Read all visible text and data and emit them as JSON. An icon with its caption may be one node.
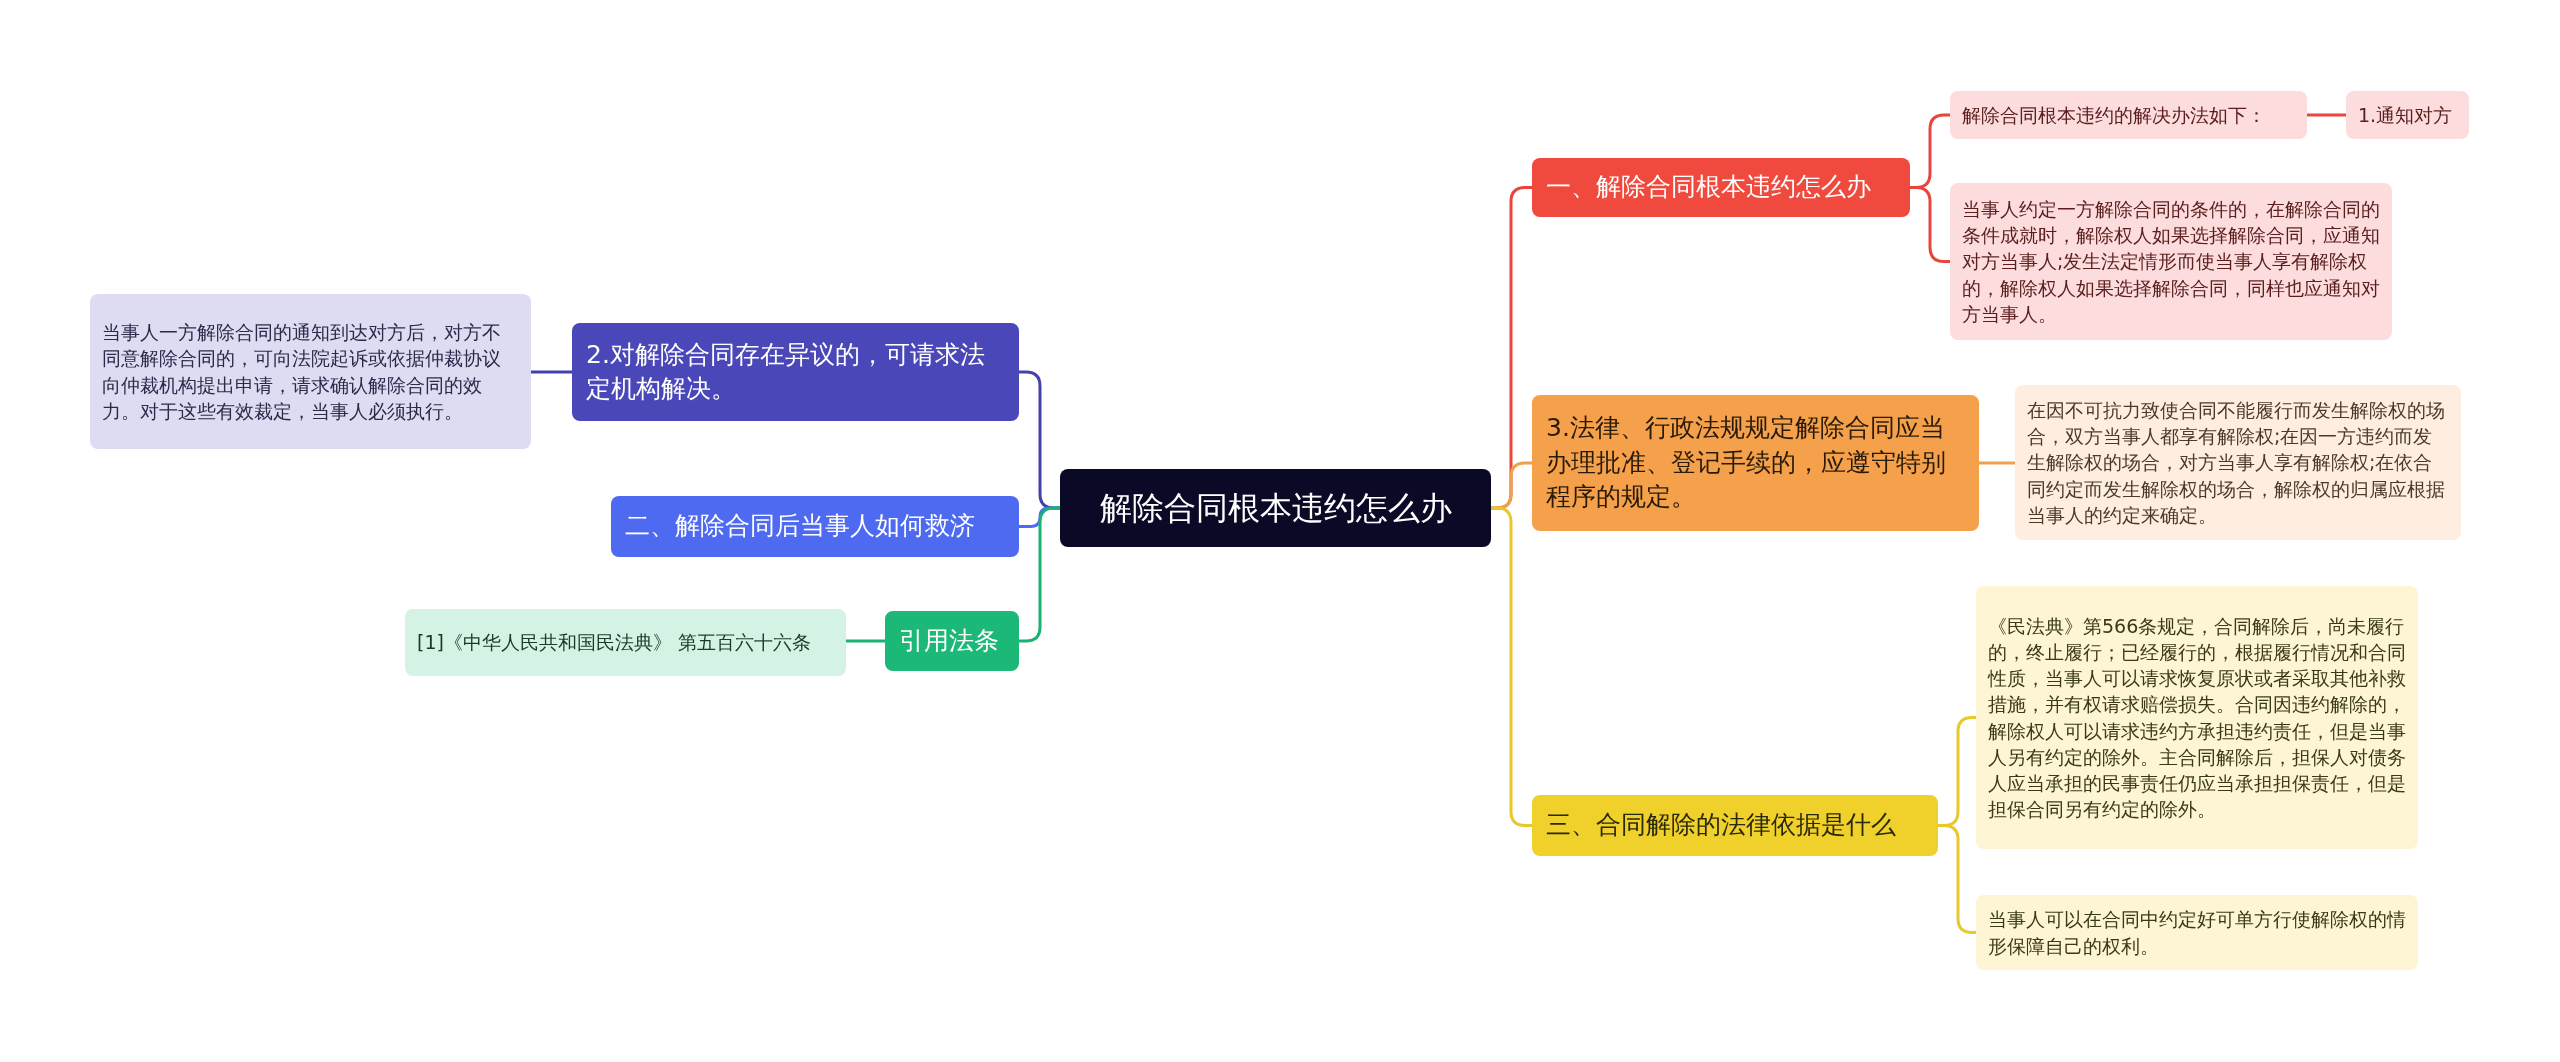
{
  "diagram": {
    "nodes": [
      {
        "text": [
          "解除合同根本违约怎么办"
        ]
      },
      {
        "text": [
          "一、解除合同根本违约怎么办"
        ]
      },
      {
        "text": [
          "解除合同根本违约的解决办法如下："
        ]
      },
      {
        "text": [
          "1.通知对方"
        ]
      },
      {
        "text": [
          "当事人约定一方解除合同的条件的，在解除合同的条件成就时，解除权人如果选择解除合同，应通知对方当事人;发生法定情形而使当事人享有解除权的，解除权人如果选择解除合同，同样也应通知对方当事人。"
        ]
      },
      {
        "text": [
          "3.法律、行政法规规定解除合同应当办理批准、登记手续的，应遵守特别程序的规定。"
        ]
      },
      {
        "text": [
          "在因不可抗力致使合同不能履行而发生解除权的场合，双方当事人都享有解除权;在因一方违约而发生解除权的场合，对方当事人享有解除权;在依合同约定而发生解除权的场合，解除权的归属应根据当事人的约定来确定。"
        ]
      },
      {
        "text": [
          "三、合同解除的法律依据是什么"
        ]
      },
      {
        "text": [
          "《民法典》第566条规定，合同解除后，尚未履行的，终止履行；已经履行的，根据履行情况和合同性质，当事人可以请求恢复原状或者采取其他补救措施，并有权请求赔偿损失。合同因违约解除的，解除权人可以请求违约方承担违约责任，但是当事人另有约定的除外。主合同解除后，担保人对债务人应当承担的民事责任仍应当承担担保责任，但是担保合同另有约定的除外。"
        ]
      },
      {
        "text": [
          "当事人可以在合同中约定好可单方行使解除权的情形保障自己的权利。"
        ]
      },
      {
        "text": [
          "2.对解除合同存在异议的，可请求法定机构解决。"
        ]
      },
      {
        "text": [
          "当事人一方解除合同的通知到达对方后，对方不同意解除合同的，可向法院起诉或依据仲裁协议向仲裁机构提出申请，请求确认解除合同的效力。对于这些有效裁定，当事人必须执行。"
        ]
      },
      {
        "text": [
          "二、解除合同后当事人如何救济"
        ]
      },
      {
        "text": [
          "引用法条"
        ]
      },
      {
        "text": [
          "[1]《中华人民共和国民法典》 第五百六十六条"
        ]
      }
    ],
    "edges": [
      {
        "from": 0,
        "to": 1,
        "arrow": "none",
        "color": "#e8453c"
      },
      {
        "from": 1,
        "to": 2,
        "arrow": "none",
        "color": "#e8453c"
      },
      {
        "from": 2,
        "to": 3,
        "arrow": "none",
        "color": "#e8453c"
      },
      {
        "from": 1,
        "to": 4,
        "arrow": "none",
        "color": "#e8453c"
      },
      {
        "from": 0,
        "to": 5,
        "arrow": "none",
        "color": "#f0a04b"
      },
      {
        "from": 5,
        "to": 6,
        "arrow": "none",
        "color": "#f0a04b"
      },
      {
        "from": 0,
        "to": 7,
        "arrow": "none",
        "color": "#e8c82a"
      },
      {
        "from": 7,
        "to": 8,
        "arrow": "none",
        "color": "#e8c82a"
      },
      {
        "from": 7,
        "to": 9,
        "arrow": "none",
        "color": "#e8c82a"
      },
      {
        "from": 0,
        "to": 10,
        "arrow": "none",
        "color": "#4540b0"
      },
      {
        "from": 10,
        "to": 11,
        "arrow": "none",
        "color": "#4540b0"
      },
      {
        "from": 0,
        "to": 12,
        "arrow": "none",
        "color": "#4e6af0"
      },
      {
        "from": 0,
        "to": 13,
        "arrow": "none",
        "color": "#19b271"
      },
      {
        "from": 13,
        "to": 14,
        "arrow": "none",
        "color": "#19b271"
      }
    ]
  }
}
